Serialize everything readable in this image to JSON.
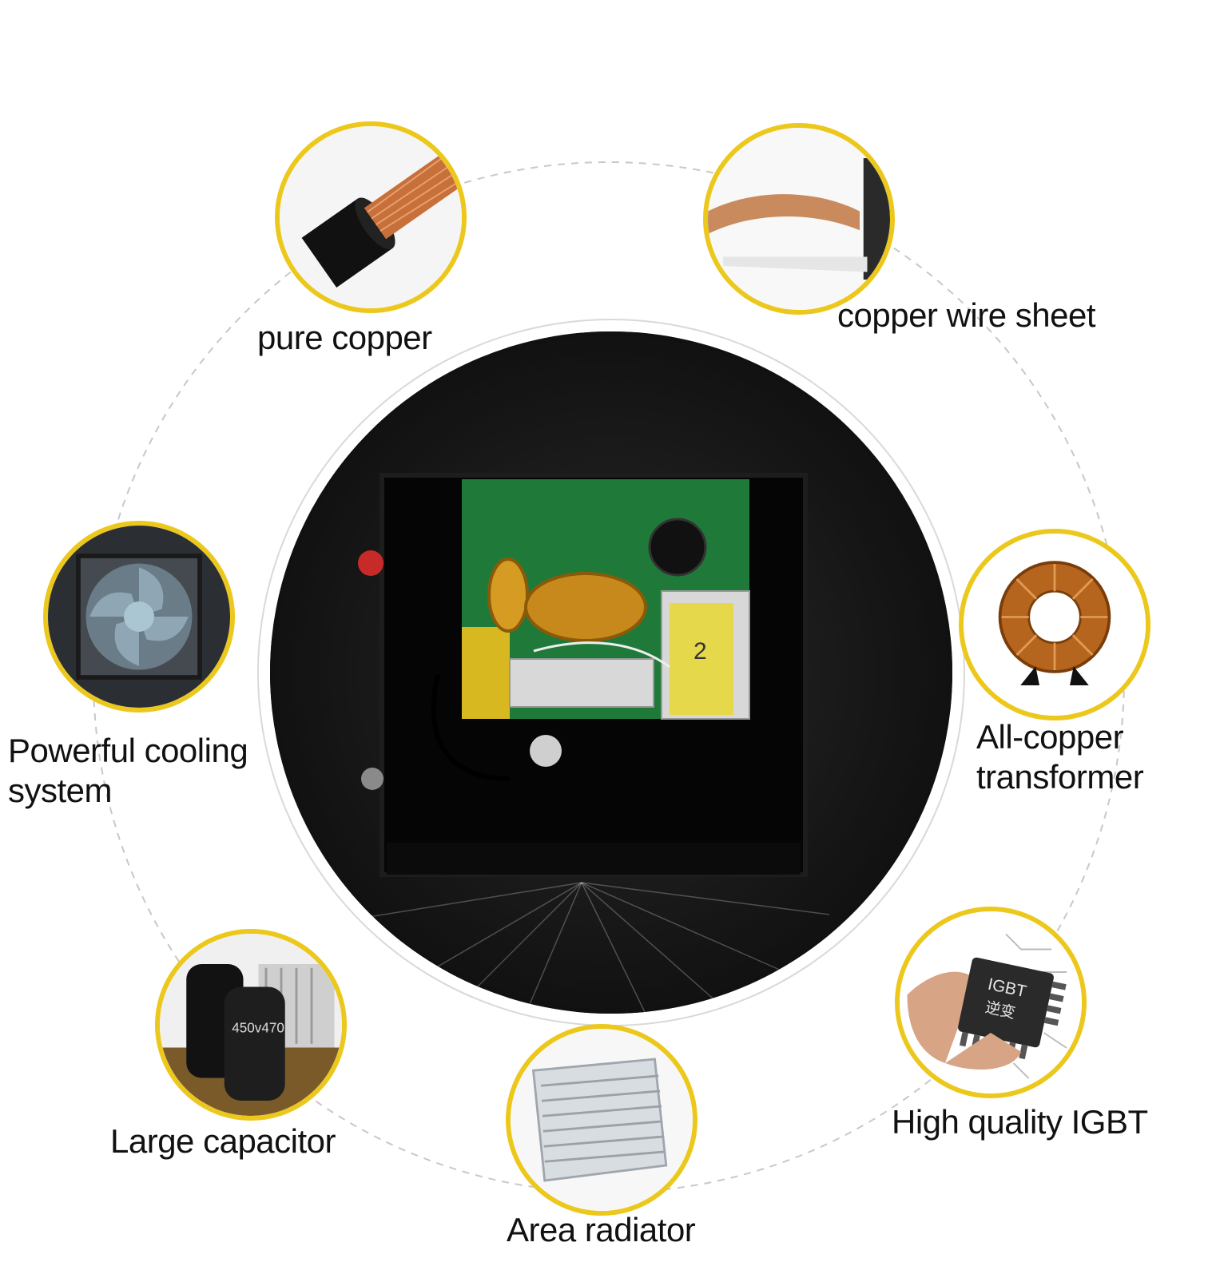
{
  "features": [
    {
      "label": "pure copper",
      "icon": "copper-cable-icon"
    },
    {
      "label": "copper wire sheet",
      "icon": "copper-sheet-icon"
    },
    {
      "label": "Powerful cooling\nsystem",
      "icon": "cooling-fan-icon"
    },
    {
      "label": "All-copper\ntransformer",
      "icon": "toroid-transformer-icon"
    },
    {
      "label": "Large capacitor",
      "icon": "capacitor-icon"
    },
    {
      "label": "Area radiator",
      "icon": "heatsink-icon"
    },
    {
      "label": "High quality IGBT",
      "icon": "igbt-chip-icon"
    }
  ],
  "center": {
    "icon": "welder-pcb-photo"
  },
  "chip_text": {
    "line1": "IGBT",
    "line2": "逆变"
  },
  "capacitor_text": "450v470",
  "pcb_marking": "2",
  "colors": {
    "bubble_border": "#ecc81c",
    "dashed_ring": "#c8c8c8",
    "label": "#111111"
  }
}
